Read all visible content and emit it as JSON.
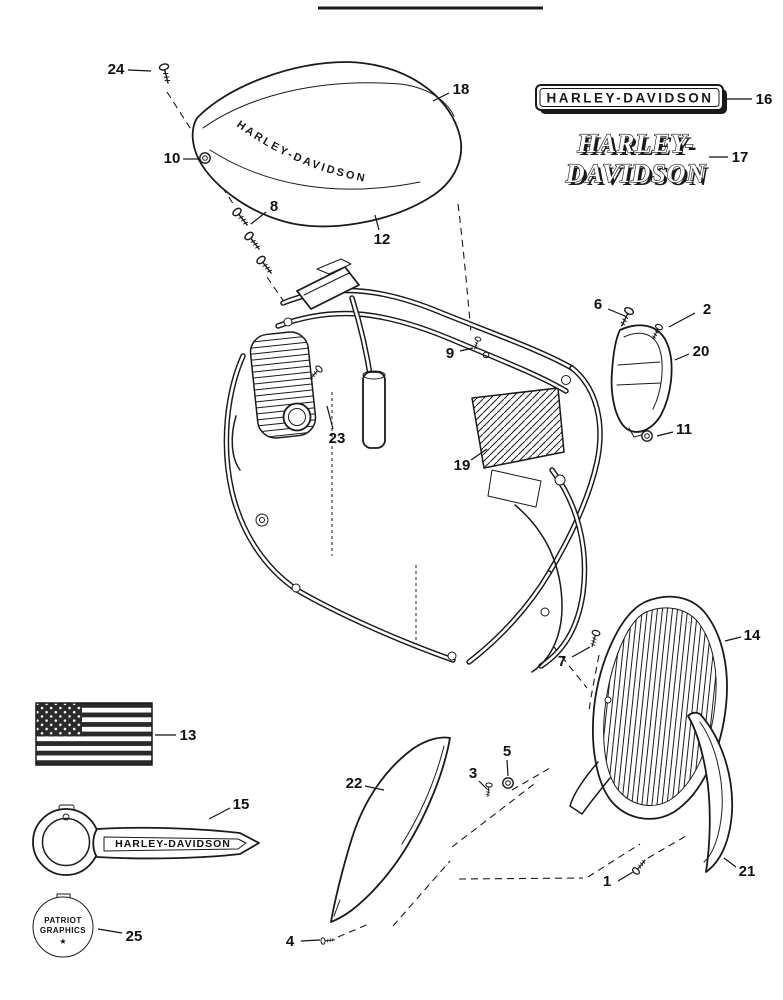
{
  "page": {
    "paper": "#ffffff",
    "ink": "#1a1a1a"
  },
  "diagram": {
    "labels": {
      "tank_decal": "HARLEY-DAVIDSON",
      "nameplate": "HARLEY-DAVIDSON",
      "logo_line1": "HARLEY-",
      "logo_line2": "DAVIDSON",
      "key_emblem": "HARLEY-DAVIDSON",
      "patriot_line1": "PATRIOT",
      "patriot_line2": "GRAPHICS",
      "patriot_star": "★"
    },
    "callouts": [
      {
        "num": "1"
      },
      {
        "num": "2"
      },
      {
        "num": "3"
      },
      {
        "num": "4"
      },
      {
        "num": "5"
      },
      {
        "num": "6"
      },
      {
        "num": "7"
      },
      {
        "num": "8"
      },
      {
        "num": "9"
      },
      {
        "num": "10"
      },
      {
        "num": "11"
      },
      {
        "num": "12"
      },
      {
        "num": "13"
      },
      {
        "num": "14"
      },
      {
        "num": "15"
      },
      {
        "num": "16"
      },
      {
        "num": "17"
      },
      {
        "num": "18"
      },
      {
        "num": "19"
      },
      {
        "num": "20"
      },
      {
        "num": "21"
      },
      {
        "num": "22"
      },
      {
        "num": "23"
      },
      {
        "num": "24"
      },
      {
        "num": "25"
      }
    ]
  }
}
